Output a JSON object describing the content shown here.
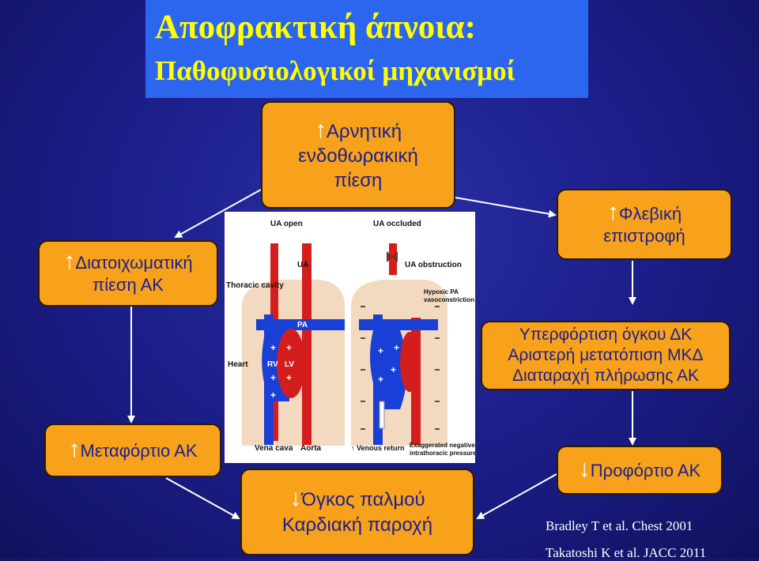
{
  "title": "Αποφρακτική άπνοια:",
  "subtitle": "Παθοφυσιολογικοί μηχανισμοί",
  "colors": {
    "background": "#1a1d86",
    "title_box": "#2d66ee",
    "title_text": "#ffff00",
    "box_fill": "#f7a21a",
    "box_text": "#1d1f8e",
    "arrow": "#ffffff"
  },
  "boxes": {
    "negative_pressure": {
      "arrow": "↑",
      "lines": [
        "Αρνητική",
        "ενδοθωρακική",
        "πίεση"
      ]
    },
    "venous_return": {
      "arrow": "↑",
      "lines": [
        "Φλεβική",
        "επιστροφή"
      ]
    },
    "transmural_pressure": {
      "arrow": "↑",
      "lines": [
        "Διατοιχωματική",
        "πίεση ΑΚ"
      ]
    },
    "rv_overload": {
      "lines": [
        "Υπερφόρτιση όγκου ΔΚ",
        "Αριστερή μετατόπιση ΜΚΔ",
        "Διαταραχή πλήρωσης ΑΚ"
      ]
    },
    "afterload": {
      "arrow": "↑",
      "label": "Μεταφόρτιο ΑΚ"
    },
    "preload": {
      "arrow": "↓",
      "label": "Προφόρτιο ΑΚ"
    },
    "stroke_volume": {
      "arrow": "↓",
      "lines": [
        "Όγκος παλμού",
        "Καρδιακή παροχή"
      ]
    }
  },
  "figure": {
    "heading_left": "UA open",
    "heading_right": "UA occluded",
    "labels": {
      "ua": "UA",
      "thoracic_cavity": "Thoracic cavity",
      "ua_obstruction": "UA obstruction",
      "hypoxic_pa_1": "Hypoxic PA",
      "hypoxic_pa_2": "vasoconstriction",
      "pa": "PA",
      "heart": "Heart",
      "rv": "RV",
      "lv": "LV",
      "vena_cava": "Vena cava",
      "aorta": "Aorta",
      "venous_return": "↑ Venous return",
      "negative_pressure_1": "Exaggerated negative",
      "negative_pressure_2": "intrathoracic pressure"
    }
  },
  "references": [
    "Bradley T et al. Chest 2001",
    "Takatoshi K et al. JACC 2011"
  ]
}
